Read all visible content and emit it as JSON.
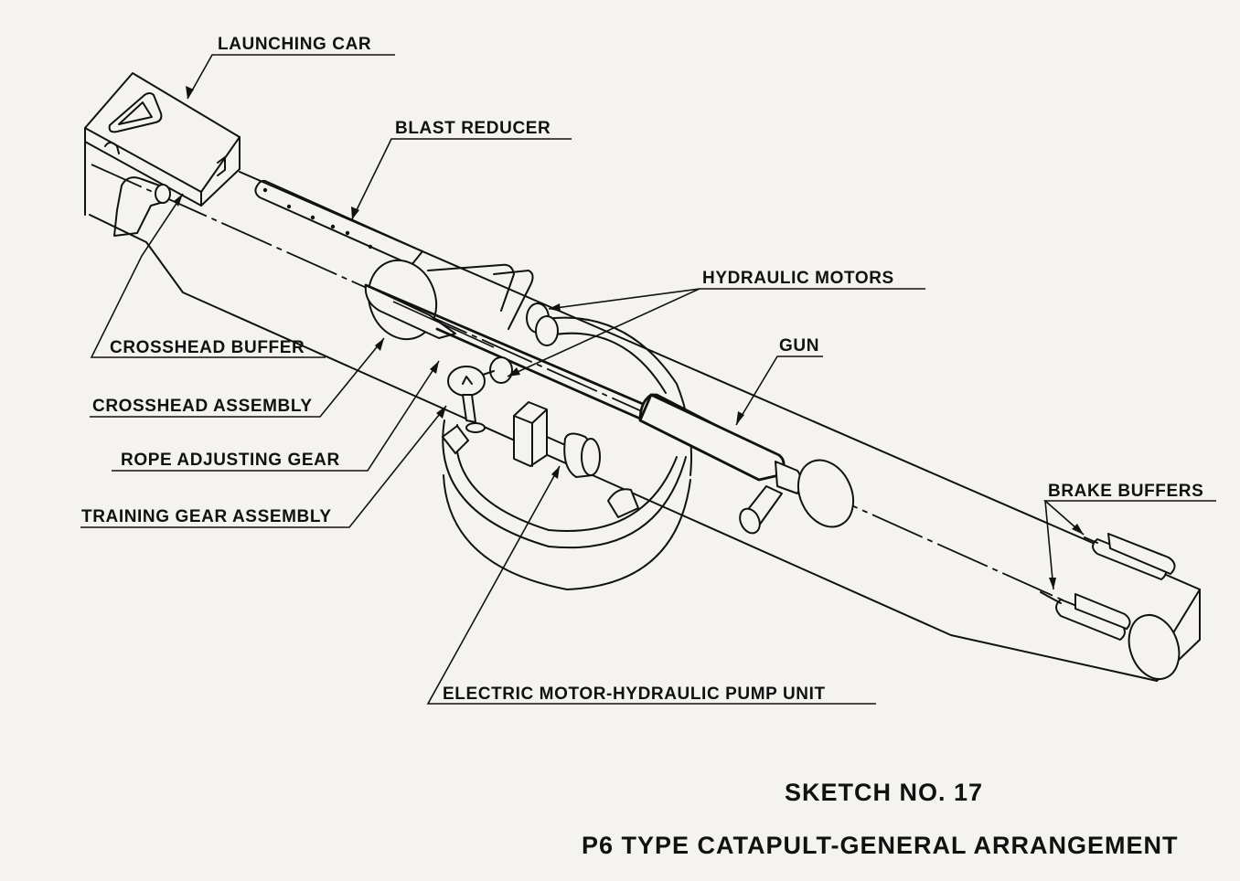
{
  "diagram": {
    "subject": "P6 type catapult",
    "labels": {
      "launching_car": "LAUNCHING CAR",
      "blast_reducer": "BLAST REDUCER",
      "hydraulic_motors": "HYDRAULIC MOTORS",
      "gun": "GUN",
      "crosshead_buffer": "CROSSHEAD BUFFER",
      "crosshead_assembly": "CROSSHEAD ASSEMBLY",
      "rope_adjusting_gear": "ROPE ADJUSTING GEAR",
      "training_gear_assembly": "TRAINING GEAR ASSEMBLY",
      "brake_buffers": "BRAKE BUFFERS",
      "electric_motor_pump": "ELECTRIC MOTOR-HYDRAULIC PUMP UNIT"
    },
    "caption": {
      "sketch_number": "SKETCH NO. 17",
      "title": "P6 TYPE CATAPULT-GENERAL ARRANGEMENT"
    }
  }
}
